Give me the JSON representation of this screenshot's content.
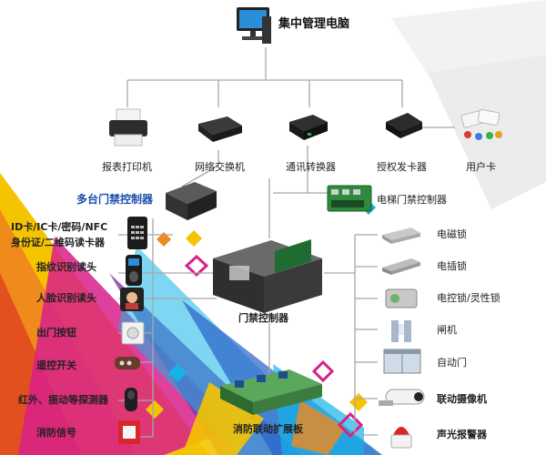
{
  "center": {
    "label": "集中管理电脑"
  },
  "top_devices": [
    {
      "id": "printer",
      "label": "报表打印机",
      "icon": "printer-icon"
    },
    {
      "id": "switch",
      "label": "网络交换机",
      "icon": "network-switch-icon"
    },
    {
      "id": "converter",
      "label": "通讯转换器",
      "icon": "communication-converter-icon"
    },
    {
      "id": "issuer",
      "label": "授权发卡器",
      "icon": "card-issuer-icon"
    },
    {
      "id": "usercard",
      "label": "用户卡",
      "icon": "user-card-icon"
    }
  ],
  "mid": {
    "multi_controller": "多台门禁控制器",
    "elevator_controller": "电梯门禁控制器",
    "main_controller": "门禁控制器",
    "fire_board": "消防联动扩展板"
  },
  "left_inputs": [
    {
      "label": "ID卡/IC卡/密码/NFC",
      "icon": "keypad-reader-icon"
    },
    {
      "label": "身份证/二维码读卡器",
      "icon": "keypad-reader-icon"
    },
    {
      "label": "指纹识别读头",
      "icon": "fingerprint-reader-icon"
    },
    {
      "label": "人脸识别读头",
      "icon": "face-recognition-icon"
    },
    {
      "label": "出门按钮",
      "icon": "exit-button-icon"
    },
    {
      "label": "遥控开关",
      "icon": "remote-control-icon"
    },
    {
      "label": "红外、振动等探测器",
      "icon": "infrared-detector-icon"
    },
    {
      "label": "消防信号",
      "icon": "fire-alarm-icon"
    }
  ],
  "right_outputs": [
    {
      "label": "电磁锁",
      "icon": "magnetic-lock-icon"
    },
    {
      "label": "电插锁",
      "icon": "electric-bolt-lock-icon"
    },
    {
      "label": "电控锁/灵性锁",
      "icon": "electric-control-lock-icon"
    },
    {
      "label": "闸机",
      "icon": "turnstile-gate-icon"
    },
    {
      "label": "自动门",
      "icon": "automatic-door-icon"
    },
    {
      "label": "联动摄像机",
      "icon": "security-camera-icon"
    },
    {
      "label": "声光报警器",
      "icon": "siren-alarm-icon"
    }
  ],
  "colors": {
    "line": "#a8a8a8",
    "blue_label": "#1b4fa8",
    "deco_yellow": "#f5c400",
    "deco_orange": "#f08a1c",
    "deco_magenta": "#d8208a",
    "deco_cyan": "#14b4e8",
    "deco_blue": "#2a5fc8",
    "deco_purple": "#7a3aa8"
  }
}
